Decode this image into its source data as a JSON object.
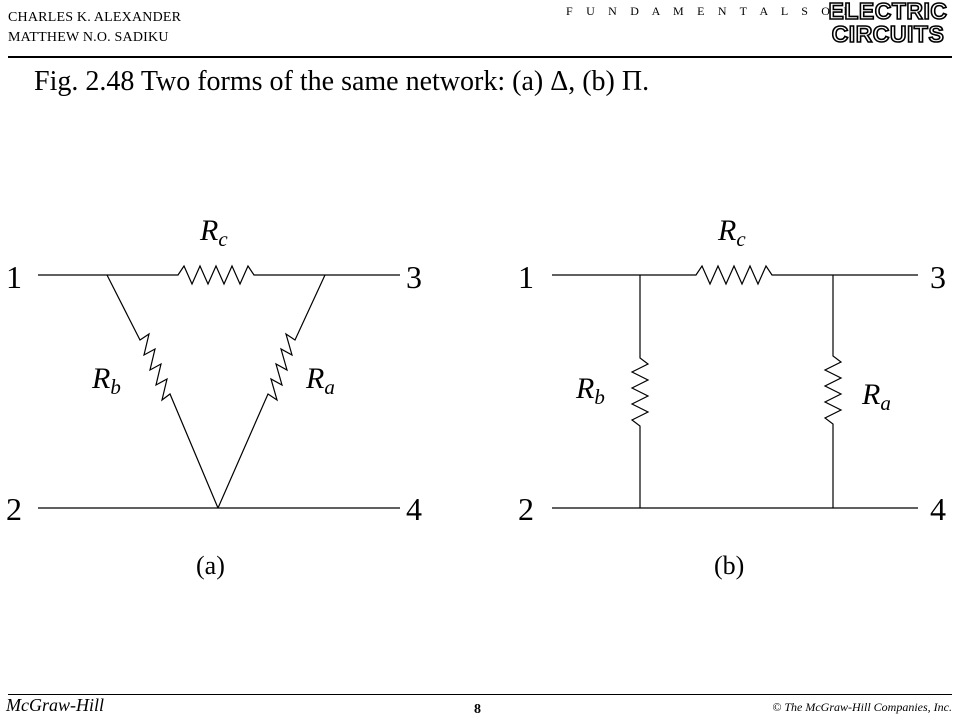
{
  "header": {
    "authors": [
      "CHARLES K. ALEXANDER",
      "MATTHEW N.O. SADIKU"
    ],
    "series": "F U N D A M E N T A L S  O F",
    "logo_line1": "ELECTRIC",
    "logo_line2": "CIRCUITS"
  },
  "caption": "Fig. 2.48  Two forms of  the same network: (a) Δ, (b) Π.",
  "diagram_a": {
    "nodes": [
      "1",
      "3",
      "2",
      "4"
    ],
    "resistors": {
      "rc": {
        "main": "R",
        "sub": "c"
      },
      "rb": {
        "main": "R",
        "sub": "b"
      },
      "ra": {
        "main": "R",
        "sub": "a"
      }
    },
    "label": "(a)"
  },
  "diagram_b": {
    "nodes": [
      "1",
      "3",
      "2",
      "4"
    ],
    "resistors": {
      "rc": {
        "main": "R",
        "sub": "c"
      },
      "rb": {
        "main": "R",
        "sub": "b"
      },
      "ra": {
        "main": "R",
        "sub": "a"
      }
    },
    "label": "(b)"
  },
  "footer": {
    "publisher": "McGraw-Hill",
    "page": "8",
    "copyright": "© The McGraw-Hill Companies, Inc."
  }
}
